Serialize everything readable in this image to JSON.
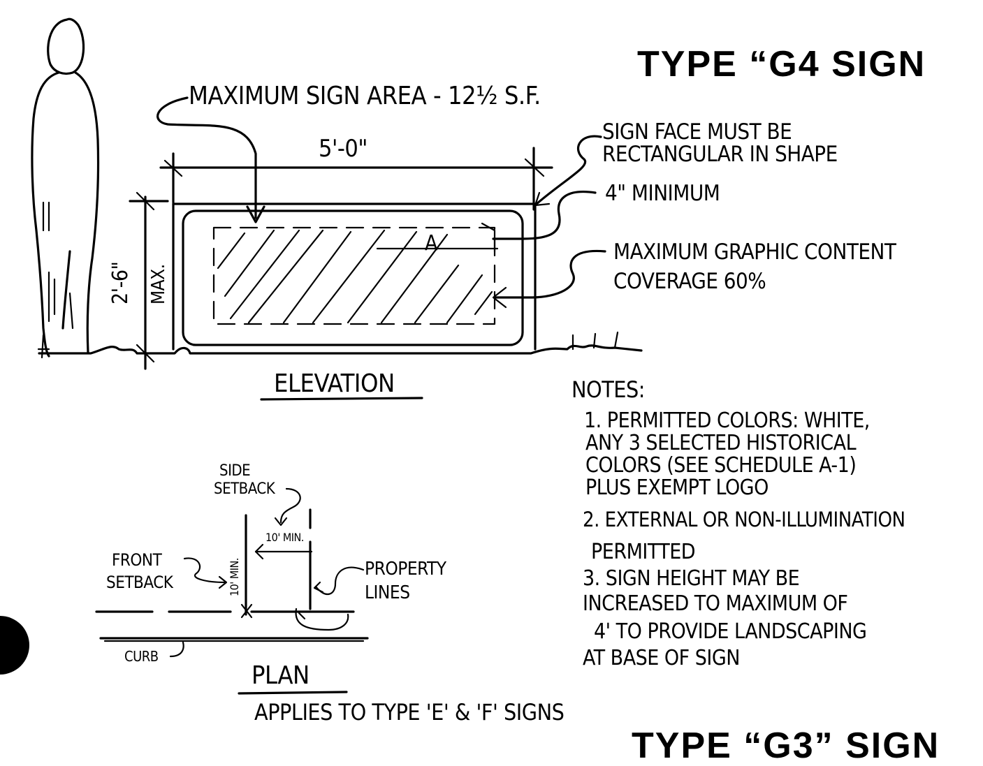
{
  "title": "TYPE “G4   SIGN",
  "title_bottom": "TYPE “G3” SIGN",
  "elevation": {
    "max_area_label": "MAXIMUM SIGN AREA - 12½ S.F.",
    "width_dim": "5'-0\"",
    "height_dim": "2'-6\"",
    "height_max": "MAX.",
    "face_label_1": "SIGN FACE MUST BE",
    "face_label_2": "RECTANGULAR IN SHAPE",
    "minimum_label": "4\" MINIMUM",
    "graphic_label_1": "MAXIMUM GRAPHIC CONTENT",
    "graphic_label_2": "COVERAGE 60%",
    "inner_mark": "A",
    "caption": "ELEVATION"
  },
  "plan": {
    "side_setback_1": "SIDE",
    "side_setback_2": "SETBACK",
    "dim_10": "10' MIN.",
    "dim_front": "10' MIN.",
    "front_setback_1": "FRONT",
    "front_setback_2": "SETBACK",
    "property_1": "PROPERTY",
    "property_2": "LINES",
    "curb": "CURB",
    "caption": "PLAN",
    "applies": "APPLIES TO TYPE 'E' & 'F' SIGNS"
  },
  "notes": {
    "heading": "NOTES:",
    "lines": [
      "1. PERMITTED COLORS: WHITE,",
      "ANY 3 SELECTED HISTORICAL",
      "COLORS (SEE SCHEDULE A-1)",
      "PLUS EXEMPT LOGO",
      "2. EXTERNAL OR NON-ILLUMINATION",
      "PERMITTED",
      "3. SIGN HEIGHT MAY BE",
      "INCREASED TO MAXIMUM OF",
      "4' TO PROVIDE LANDSCAPING",
      "AT BASE OF SIGN"
    ]
  }
}
